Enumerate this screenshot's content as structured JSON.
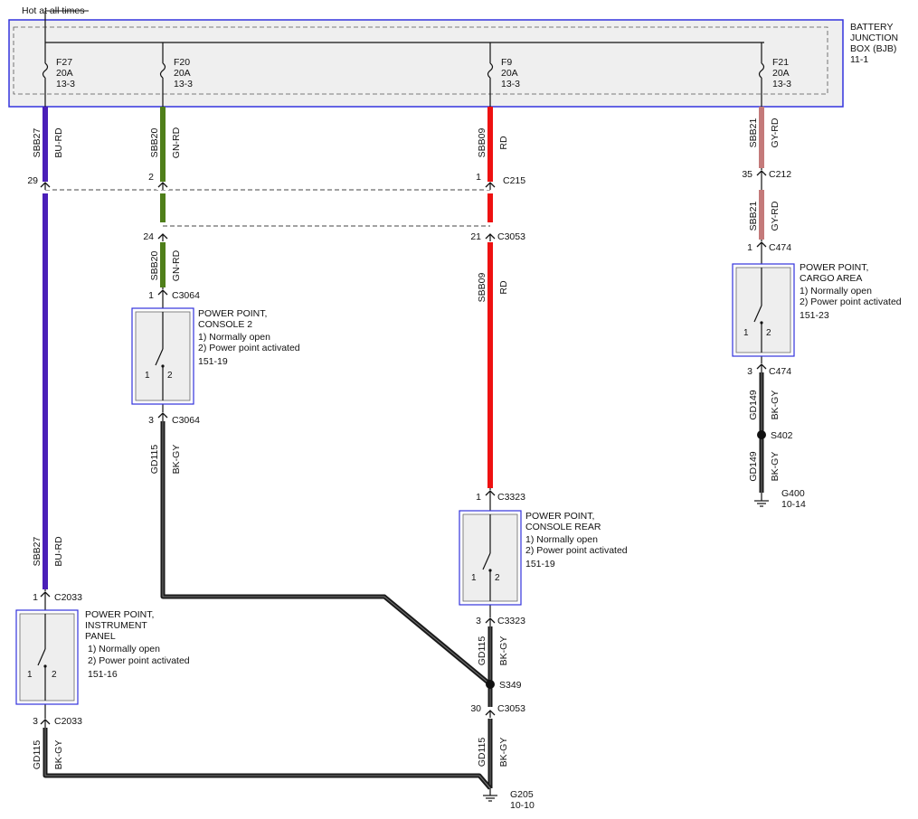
{
  "header": {
    "hot_label": "Hot at all times"
  },
  "bjb": {
    "line1": "BATTERY",
    "line2": "JUNCTION",
    "line3": "BOX (BJB)",
    "ref": "11-1"
  },
  "fuses": [
    {
      "name": "F27",
      "amps": "20A",
      "ref": "13-3"
    },
    {
      "name": "F20",
      "amps": "20A",
      "ref": "13-3"
    },
    {
      "name": "F9",
      "amps": "20A",
      "ref": "13-3"
    },
    {
      "name": "F21",
      "amps": "20A",
      "ref": "13-3"
    }
  ],
  "wire_colors": {
    "BU-RD": "#4a1fb8",
    "GN-RD": "#4f7f1a",
    "RD": "#ee1111",
    "GY-RD": "#c47a7a",
    "BK-GY": "#1a1a1a"
  },
  "wires": {
    "w1_a": {
      "circuit": "SBB27",
      "color": "BU-RD"
    },
    "w1_b": {
      "circuit": "SBB27",
      "color": "BU-RD"
    },
    "w1_g": {
      "circuit": "GD115",
      "color": "BK-GY"
    },
    "w2_a": {
      "circuit": "SBB20",
      "color": "GN-RD"
    },
    "w2_b": {
      "circuit": "SBB20",
      "color": "GN-RD"
    },
    "w2_g": {
      "circuit": "GD115",
      "color": "BK-GY"
    },
    "w3_a": {
      "circuit": "SBB09",
      "color": "RD"
    },
    "w3_b": {
      "circuit": "SBB09",
      "color": "RD"
    },
    "w3_g1": {
      "circuit": "GD115",
      "color": "BK-GY"
    },
    "w3_g2": {
      "circuit": "GD115",
      "color": "BK-GY"
    },
    "w4_a": {
      "circuit": "SBB21",
      "color": "GY-RD"
    },
    "w4_b": {
      "circuit": "SBB21",
      "color": "GY-RD"
    },
    "w4_g1": {
      "circuit": "GD149",
      "color": "BK-GY"
    },
    "w4_g2": {
      "circuit": "GD149",
      "color": "BK-GY"
    }
  },
  "connectors": {
    "c1": {
      "pin": "29",
      "name": ""
    },
    "c2": {
      "pin": "2",
      "name": ""
    },
    "c3": {
      "pin": "1",
      "name": "C215"
    },
    "c4": {
      "pin": "24",
      "name": ""
    },
    "c5": {
      "pin": "21",
      "name": "C3053"
    },
    "c6": {
      "pin": "35",
      "name": "C212"
    },
    "c7": {
      "pin": "1",
      "name": "C474"
    },
    "c8": {
      "pin": "1",
      "name": "C3064"
    },
    "c9": {
      "pin": "3",
      "name": "C3064"
    },
    "c10": {
      "pin": "3",
      "name": "C474"
    },
    "c11": {
      "pin": "1",
      "name": "C3323"
    },
    "c12": {
      "pin": "3",
      "name": "C3323"
    },
    "c13": {
      "pin": "1",
      "name": "C2033"
    },
    "c14": {
      "pin": "3",
      "name": "C2033"
    },
    "c15": {
      "pin": "30",
      "name": "C3053"
    }
  },
  "splices": {
    "s1": "S402",
    "s2": "S349"
  },
  "grounds": {
    "g400": {
      "name": "G400",
      "ref": "10-14"
    },
    "g205": {
      "name": "G205",
      "ref": "10-10"
    }
  },
  "switches": {
    "cargo": {
      "title1": "POWER POINT,",
      "title2": "CARGO AREA",
      "title3": "",
      "note1": "1) Normally open",
      "note2": "2) Power point activated",
      "ref": "151-23",
      "pin1": "1",
      "pin2": "2"
    },
    "console2": {
      "title1": "POWER POINT,",
      "title2": "CONSOLE 2",
      "title3": "",
      "note1": "1) Normally open",
      "note2": "2) Power point activated",
      "ref": "151-19",
      "pin1": "1",
      "pin2": "2"
    },
    "rear": {
      "title1": "POWER POINT,",
      "title2": "CONSOLE REAR",
      "title3": "",
      "note1": "1) Normally open",
      "note2": "2) Power point activated",
      "ref": "151-19",
      "pin1": "1",
      "pin2": "2"
    },
    "ip": {
      "title1": "POWER POINT,",
      "title2": "INSTRUMENT",
      "title3": "PANEL",
      "note1": "1) Normally open",
      "note2": "2) Power point activated",
      "ref": "151-16",
      "pin1": "1",
      "pin2": "2"
    }
  }
}
